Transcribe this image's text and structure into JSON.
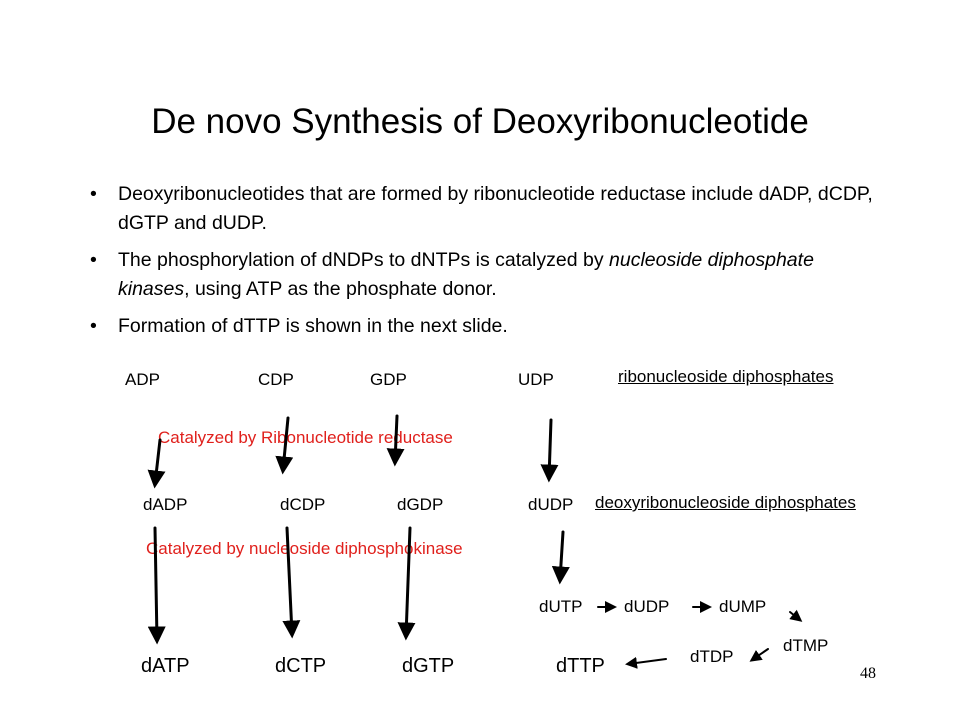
{
  "title": "De novo Synthesis of Deoxyribonucleotide",
  "bullets": {
    "b1": "Deoxyribonucleotides that are formed by ribonucleotide reductase include dADP, dCDP, dGTP and dUDP.",
    "b2_pre": "The phosphorylation of dNDPs to dNTPs is catalyzed by ",
    "b2_em": "nucleoside diphosphate kinases",
    "b2_post": ", using ATP as the phosphate donor.",
    "b3": "Formation of dTTP is shown in the next slide."
  },
  "bullet_char": "•",
  "row1": {
    "adp": "ADP",
    "cdp": "CDP",
    "gdp": "GDP",
    "udp": "UDP",
    "label": "ribonucleoside diphosphates"
  },
  "catalyst1": "Catalyzed by Ribonucleotide reductase",
  "row2": {
    "dadp": "dADP",
    "dcdp": "dCDP",
    "dgdp": "dGDP",
    "dudp": "dUDP",
    "label": "deoxyribonucleoside diphosphates"
  },
  "catalyst2": "Catalyzed by nucleoside diphosphokinase",
  "pathway": {
    "dutp": "dUTP",
    "dudp": "dUDP",
    "dump": "dUMP",
    "dtmp": "dTMP",
    "dtdp": "dTDP"
  },
  "row3": {
    "datp": "dATP",
    "dctp": "dCTP",
    "dgtp": "dGTP",
    "dttp": "dTTP"
  },
  "page_number": "48",
  "colors": {
    "red": "#e0201c",
    "text": "#000000"
  }
}
